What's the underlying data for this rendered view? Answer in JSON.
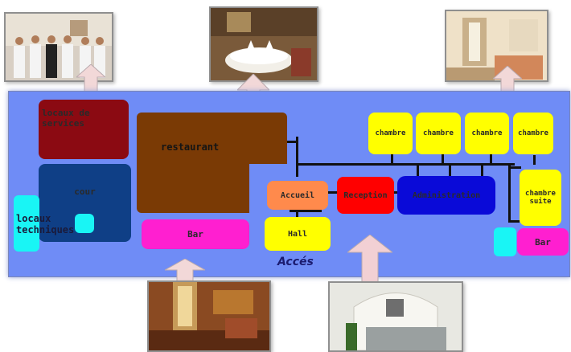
{
  "diagram": {
    "rooms": {
      "locaux_services": "locaux de services",
      "cour": "cour",
      "locaux_techniques": "locaux techniques",
      "restaurant": "restaurant",
      "bar_left": "Bar",
      "accueil": "Accueil",
      "hall": "Hall",
      "reception": "Reception",
      "administration": "Administration",
      "chambre_1": "chambre",
      "chambre_2": "chambre",
      "chambre_3": "chambre",
      "chambre_4": "chambre",
      "chambre_suite": "chambre suite",
      "bar_right": "Bar"
    },
    "acces_label": "Accés",
    "colors": {
      "plan_bg": "#6f8cf6",
      "maroon": "#8b0a12",
      "navy": "#0f3f86",
      "brown": "#7a3a05",
      "magenta": "#ff1fd0",
      "orange": "#ff8a4c",
      "yellow": "#ffff00",
      "red": "#ff0000",
      "blue": "#0a0ad8",
      "cyan": "#19f5f5"
    },
    "photos": [
      {
        "subject": "staff-photo"
      },
      {
        "subject": "dining-photo"
      },
      {
        "subject": "room-photo"
      },
      {
        "subject": "lounge-photo"
      },
      {
        "subject": "entrance-photo"
      }
    ]
  }
}
